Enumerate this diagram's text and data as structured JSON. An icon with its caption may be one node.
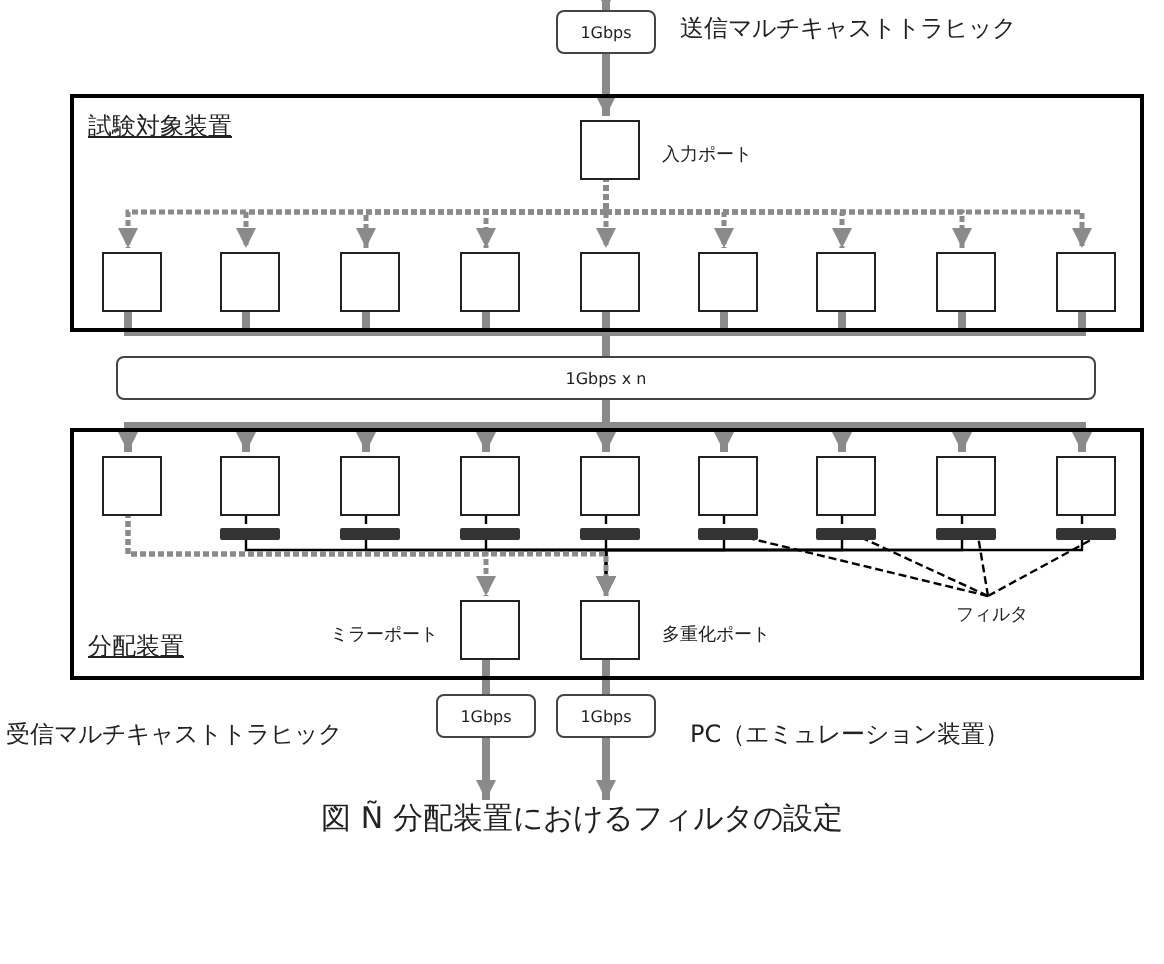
{
  "diagram": {
    "caption": "図 Ñ 分配装置におけるフィルタの設定",
    "nodes": [
      {
        "text": [
          "1Gbps"
        ]
      },
      {
        "text": [
          "試験対象装置"
        ]
      },
      {
        "text": [],
        "shape": "box",
        "in": 1,
        "beside": [
          "入力ポート"
        ]
      },
      {
        "text": [],
        "shape": "box",
        "in": 1
      },
      {
        "text": [],
        "shape": "box",
        "in": 1
      },
      {
        "text": [],
        "shape": "box",
        "in": 1
      },
      {
        "text": [],
        "shape": "box",
        "in": 1
      },
      {
        "text": [],
        "shape": "box",
        "in": 1
      },
      {
        "text": [],
        "shape": "box",
        "in": 1
      },
      {
        "text": [],
        "shape": "box",
        "in": 1
      },
      {
        "text": [],
        "shape": "box",
        "in": 1
      },
      {
        "text": [],
        "shape": "box",
        "in": 1
      },
      {
        "text": [
          "1Gbps x n"
        ]
      },
      {
        "text": [
          "分配装置"
        ]
      },
      {
        "text": [],
        "shape": "box",
        "in": 13
      },
      {
        "text": [],
        "shape": "box",
        "in": 13
      },
      {
        "text": [],
        "shape": "box",
        "in": 13
      },
      {
        "text": [],
        "shape": "box",
        "in": 13
      },
      {
        "text": [],
        "shape": "box",
        "in": 13
      },
      {
        "text": [],
        "shape": "box",
        "in": 13
      },
      {
        "text": [],
        "shape": "box",
        "in": 13
      },
      {
        "text": [],
        "shape": "box",
        "in": 13
      },
      {
        "text": [],
        "shape": "box",
        "in": 13
      },
      {
        "text": [],
        "shape": "bar",
        "in": 13
      },
      {
        "text": [],
        "shape": "bar",
        "in": 13
      },
      {
        "text": [],
        "shape": "bar",
        "in": 13
      },
      {
        "text": [],
        "shape": "bar",
        "in": 13
      },
      {
        "text": [],
        "shape": "bar",
        "in": 13
      },
      {
        "text": [],
        "shape": "bar",
        "in": 13
      },
      {
        "text": [],
        "shape": "bar",
        "in": 13
      },
      {
        "text": [],
        "shape": "bar",
        "in": 13
      },
      {
        "text": [],
        "shape": "box",
        "in": 13,
        "beside": [
          "ミラーポート"
        ]
      },
      {
        "text": [],
        "shape": "box",
        "in": 13,
        "beside": [
          "多重化ポート"
        ]
      },
      {
        "text": [
          "1Gbps"
        ]
      },
      {
        "text": [
          "1Gbps"
        ]
      },
      {
        "text": [
          "フィルタ"
        ],
        "in": 13
      }
    ],
    "edges": [
      {
        "from": null,
        "to": 0,
        "arrow": "to"
      },
      {
        "from": 0,
        "to": 2,
        "arrow": "to"
      },
      {
        "from": 2,
        "to": 3,
        "arrow": "to",
        "style": "dashed"
      },
      {
        "from": 2,
        "to": 4,
        "arrow": "to",
        "style": "dashed"
      },
      {
        "from": 2,
        "to": 5,
        "arrow": "to",
        "style": "dashed"
      },
      {
        "from": 2,
        "to": 6,
        "arrow": "to",
        "style": "dashed"
      },
      {
        "from": 2,
        "to": 7,
        "arrow": "to",
        "style": "dashed"
      },
      {
        "from": 2,
        "to": 8,
        "arrow": "to",
        "style": "dashed"
      },
      {
        "from": 2,
        "to": 9,
        "arrow": "to",
        "style": "dashed"
      },
      {
        "from": 2,
        "to": 10,
        "arrow": "to",
        "style": "dashed"
      },
      {
        "from": 2,
        "to": 11,
        "arrow": "to",
        "style": "dashed"
      },
      {
        "from": 3,
        "to": 12,
        "arrow": "none"
      },
      {
        "from": 4,
        "to": 12,
        "arrow": "none"
      },
      {
        "from": 5,
        "to": 12,
        "arrow": "none"
      },
      {
        "from": 6,
        "to": 12,
        "arrow": "none"
      },
      {
        "from": 7,
        "to": 12,
        "arrow": "none"
      },
      {
        "from": 8,
        "to": 12,
        "arrow": "none"
      },
      {
        "from": 9,
        "to": 12,
        "arrow": "none"
      },
      {
        "from": 10,
        "to": 12,
        "arrow": "none"
      },
      {
        "from": 11,
        "to": 12,
        "arrow": "none"
      },
      {
        "from": 12,
        "to": 14,
        "arrow": "to"
      },
      {
        "from": 12,
        "to": 15,
        "arrow": "to"
      },
      {
        "from": 12,
        "to": 16,
        "arrow": "to"
      },
      {
        "from": 12,
        "to": 17,
        "arrow": "to"
      },
      {
        "from": 12,
        "to": 18,
        "arrow": "to"
      },
      {
        "from": 12,
        "to": 19,
        "arrow": "to"
      },
      {
        "from": 12,
        "to": 20,
        "arrow": "to"
      },
      {
        "from": 12,
        "to": 21,
        "arrow": "to"
      },
      {
        "from": 12,
        "to": 22,
        "arrow": "to"
      },
      {
        "from": 15,
        "to": 23,
        "arrow": "none",
        "color": "#000000"
      },
      {
        "from": 16,
        "to": 24,
        "arrow": "none",
        "color": "#000000"
      },
      {
        "from": 17,
        "to": 25,
        "arrow": "none",
        "color": "#000000"
      },
      {
        "from": 18,
        "to": 26,
        "arrow": "none",
        "color": "#000000"
      },
      {
        "from": 19,
        "to": 27,
        "arrow": "none",
        "color": "#000000"
      },
      {
        "from": 20,
        "to": 28,
        "arrow": "none",
        "color": "#000000"
      },
      {
        "from": 21,
        "to": 29,
        "arrow": "none",
        "color": "#000000"
      },
      {
        "from": 22,
        "to": 30,
        "arrow": "none",
        "color": "#000000"
      },
      {
        "from": 23,
        "to": 32,
        "arrow": "to",
        "color": "#000000"
      },
      {
        "from": 24,
        "to": 32,
        "arrow": "to",
        "color": "#000000"
      },
      {
        "from": 25,
        "to": 32,
        "arrow": "to",
        "color": "#000000"
      },
      {
        "from": 26,
        "to": 32,
        "arrow": "to",
        "color": "#000000"
      },
      {
        "from": 27,
        "to": 32,
        "arrow": "to",
        "color": "#000000"
      },
      {
        "from": 28,
        "to": 32,
        "arrow": "to",
        "color": "#000000"
      },
      {
        "from": 29,
        "to": 32,
        "arrow": "to",
        "color": "#000000"
      },
      {
        "from": 30,
        "to": 32,
        "arrow": "to",
        "color": "#000000"
      },
      {
        "from": 14,
        "to": 31,
        "arrow": "to",
        "style": "dashed"
      },
      {
        "from": 14,
        "to": 32,
        "arrow": "to",
        "style": "dashed"
      },
      {
        "from": 35,
        "to": 27,
        "arrow": "none",
        "style": "dashed",
        "color": "#000000"
      },
      {
        "from": 35,
        "to": 28,
        "arrow": "none",
        "style": "dashed",
        "color": "#000000"
      },
      {
        "from": 35,
        "to": 29,
        "arrow": "none",
        "style": "dashed",
        "color": "#000000"
      },
      {
        "from": 35,
        "to": 30,
        "arrow": "none",
        "style": "dashed",
        "color": "#000000"
      },
      {
        "from": 31,
        "to": 33,
        "arrow": "none"
      },
      {
        "from": 32,
        "to": 34,
        "arrow": "none"
      },
      {
        "from": 33,
        "to": null,
        "arrow": "to"
      },
      {
        "from": 34,
        "to": null,
        "arrow": "to"
      }
    ],
    "labels": [
      "送信マルチキャストトラヒック",
      "受信マルチキャストトラヒック",
      "PC（エミュレーション装置）"
    ]
  }
}
